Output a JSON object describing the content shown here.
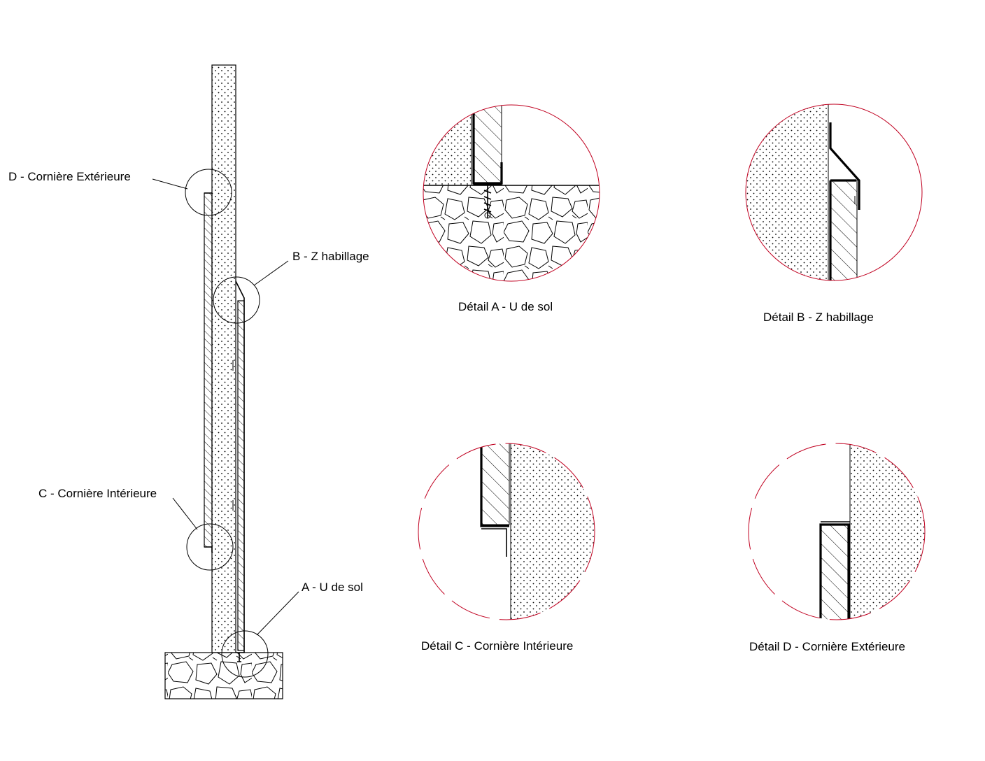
{
  "main_view": {
    "callouts": {
      "D": "D - Cornière Extérieure",
      "B": "B - Z habillage",
      "C": "C - Cornière Intérieure",
      "A": "A - U de sol"
    }
  },
  "details": {
    "A": "Détail A - U de sol",
    "B": "Détail B - Z habillage",
    "C": "Détail C - Cornière Intérieure",
    "D": "Détail D - Cornière Extérieure"
  },
  "colors": {
    "line": "#000000",
    "detail_circle": "#c00020",
    "background": "#ffffff"
  }
}
